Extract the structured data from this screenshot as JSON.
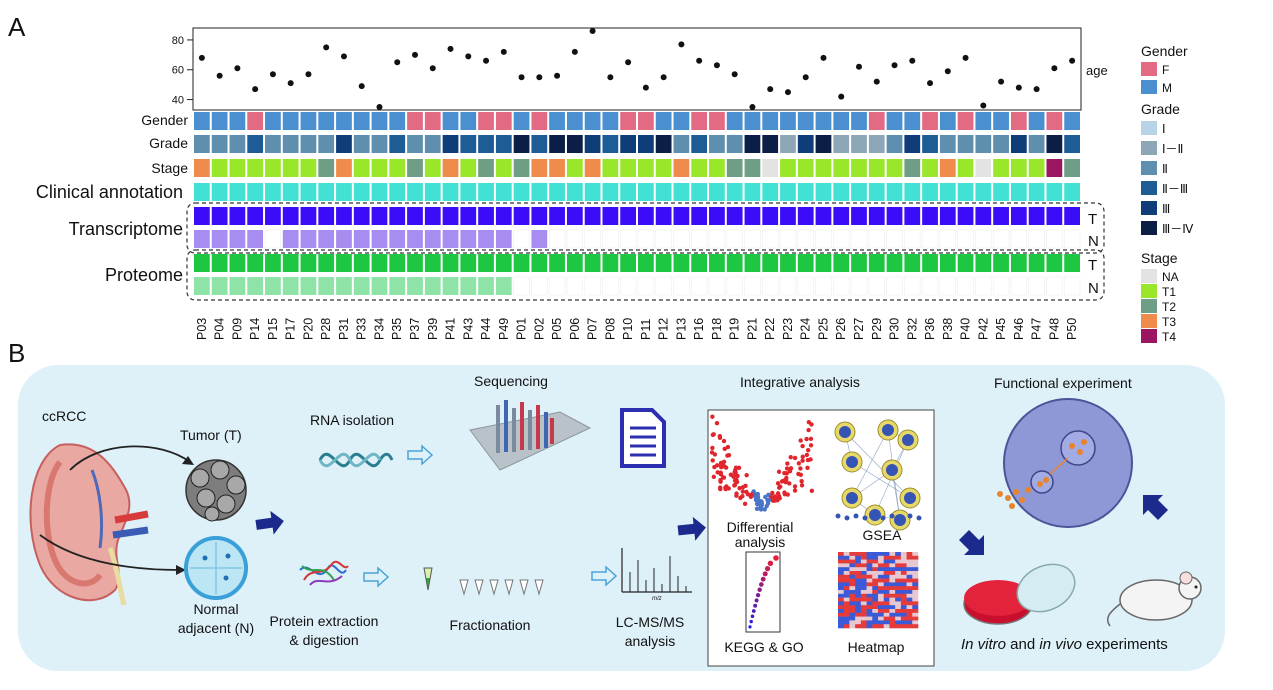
{
  "panel_a": {
    "label": "A",
    "age_label": "age",
    "age_ticks": [
      40,
      60,
      80
    ],
    "age_range": [
      33,
      88
    ],
    "tracks": {
      "gender": "Gender",
      "grade": "Grade",
      "stage": "Stage",
      "clinical": "Clinical annotation",
      "transcriptome": "Transcriptome",
      "proteome": "Proteome",
      "tumor_flag": "T",
      "normal_flag": "N"
    },
    "patients": [
      "P03",
      "P04",
      "P09",
      "P14",
      "P15",
      "P17",
      "P20",
      "P28",
      "P31",
      "P33",
      "P34",
      "P35",
      "P37",
      "P39",
      "P41",
      "P43",
      "P44",
      "P49",
      "P01",
      "P02",
      "P05",
      "P06",
      "P07",
      "P08",
      "P10",
      "P11",
      "P12",
      "P13",
      "P16",
      "P18",
      "P19",
      "P21",
      "P22",
      "P23",
      "P24",
      "P25",
      "P26",
      "P27",
      "P29",
      "P30",
      "P32",
      "P36",
      "P38",
      "P40",
      "P42",
      "P45",
      "P46",
      "P47",
      "P48",
      "P50"
    ],
    "ages": [
      68,
      56,
      61,
      47,
      57,
      51,
      57,
      75,
      69,
      49,
      35,
      65,
      70,
      61,
      74,
      69,
      66,
      72,
      55,
      55,
      56,
      72,
      86,
      55,
      65,
      48,
      55,
      77,
      66,
      63,
      57,
      35,
      47,
      45,
      55,
      68,
      42,
      62,
      52,
      63,
      66,
      51,
      59,
      68,
      36,
      52,
      48,
      47,
      61,
      66
    ],
    "gender": [
      "M",
      "M",
      "M",
      "F",
      "M",
      "M",
      "M",
      "M",
      "M",
      "M",
      "M",
      "M",
      "F",
      "F",
      "M",
      "M",
      "F",
      "F",
      "M",
      "F",
      "M",
      "M",
      "M",
      "M",
      "F",
      "F",
      "M",
      "M",
      "F",
      "F",
      "M",
      "M",
      "M",
      "M",
      "M",
      "M",
      "M",
      "M",
      "F",
      "M",
      "M",
      "F",
      "M",
      "F",
      "M",
      "M",
      "F",
      "M",
      "F",
      "M"
    ],
    "grade": [
      "2",
      "2",
      "2",
      "3",
      "2",
      "2",
      "2",
      "2",
      "4",
      "2",
      "2",
      "3",
      "2",
      "2",
      "4",
      "3",
      "3",
      "3",
      "5",
      "3",
      "5",
      "5",
      "4",
      "3",
      "4",
      "4",
      "5",
      "2",
      "3",
      "2",
      "2",
      "5",
      "5",
      "1",
      "4",
      "5",
      "1",
      "1",
      "1",
      "2",
      "4",
      "3",
      "2",
      "2",
      "2",
      "2",
      "4",
      "2",
      "5",
      "3"
    ],
    "stage": [
      "T3",
      "T1",
      "T1",
      "T1",
      "T1",
      "T1",
      "T1",
      "T2",
      "T3",
      "T1",
      "T1",
      "T1",
      "T2",
      "T1",
      "T3",
      "T1",
      "T2",
      "T1",
      "T2",
      "T3",
      "T3",
      "T1",
      "T3",
      "T1",
      "T1",
      "T1",
      "T1",
      "T3",
      "T1",
      "T1",
      "T2",
      "T2",
      "NA",
      "T1",
      "T1",
      "T1",
      "T1",
      "T1",
      "T1",
      "T1",
      "T2",
      "T1",
      "T3",
      "T1",
      "NA",
      "T1",
      "T1",
      "T1",
      "T4",
      "T2"
    ],
    "transcriptome_normal": [
      1,
      1,
      1,
      1,
      0,
      1,
      1,
      1,
      1,
      1,
      1,
      1,
      1,
      1,
      1,
      1,
      1,
      1,
      0,
      1,
      0,
      0,
      0,
      0,
      0,
      0,
      0,
      0,
      0,
      0,
      0,
      0,
      0,
      0,
      0,
      0,
      0,
      0,
      0,
      0,
      0,
      0,
      0,
      0,
      0,
      0,
      0,
      0,
      0,
      0
    ],
    "proteome_normal": [
      1,
      1,
      1,
      1,
      1,
      1,
      1,
      1,
      1,
      1,
      1,
      1,
      1,
      1,
      1,
      1,
      1,
      1,
      0,
      0,
      0,
      0,
      0,
      0,
      0,
      0,
      0,
      0,
      0,
      0,
      0,
      0,
      0,
      0,
      0,
      0,
      0,
      0,
      0,
      0,
      0,
      0,
      0,
      0,
      0,
      0,
      0,
      0,
      0,
      0
    ],
    "legend": {
      "gender_title": "Gender",
      "gender_items": [
        {
          "label": "F",
          "color": "#e26a82"
        },
        {
          "label": "M",
          "color": "#4a90d0"
        }
      ],
      "grade_title": "Grade",
      "grade_items": [
        {
          "label": "Ⅰ",
          "color": "#b9d3e6"
        },
        {
          "label": "Ⅰ－Ⅱ",
          "color": "#8da7b9"
        },
        {
          "label": "Ⅱ",
          "color": "#5f8fae"
        },
        {
          "label": "Ⅱ－Ⅲ",
          "color": "#1d5c95"
        },
        {
          "label": "Ⅲ",
          "color": "#0f3d78"
        },
        {
          "label": "Ⅲ－Ⅳ",
          "color": "#0b1f46"
        }
      ],
      "stage_title": "Stage",
      "stage_items": [
        {
          "label": "NA",
          "color": "#e3e3e3"
        },
        {
          "label": "T1",
          "color": "#9ae62b"
        },
        {
          "label": "T2",
          "color": "#6e9e85"
        },
        {
          "label": "T3",
          "color": "#f08c4b"
        },
        {
          "label": "T4",
          "color": "#9c1560"
        }
      ]
    },
    "colors": {
      "clinical": "#43e0d4",
      "transcriptome_t": "#3a0cf7",
      "transcriptome_n": "#a88df0",
      "proteome_t": "#1ec741",
      "proteome_n": "#8fe3a6"
    }
  },
  "panel_b": {
    "label": "B",
    "ccrcc": "ccRCC",
    "tumor": "Tumor (T)",
    "normal_line1": "Normal",
    "normal_line2": "adjacent (N)",
    "rna_isolation": "RNA isolation",
    "sequencing": "Sequencing",
    "protein_line1": "Protein extraction",
    "protein_line2": "& digestion",
    "fractionation": "Fractionation",
    "lcms_line1": "LC-MS/MS",
    "lcms_line2": "analysis",
    "mz_label": "m/z",
    "integrative": "Integrative analysis",
    "differential_line1": "Differential",
    "differential_line2": "analysis",
    "gsea": "GSEA",
    "kegg": "KEGG & GO",
    "heatmap": "Heatmap",
    "functional": "Functional experiment",
    "in_vitro_1": "In vitro",
    "and_1": " and ",
    "in_vivo": "in vivo",
    "experiments": " experiments",
    "colors": {
      "bg": "#def0f8",
      "arrow": "#1b2a8c",
      "hollow_arrow": "#4aa3d8"
    }
  }
}
